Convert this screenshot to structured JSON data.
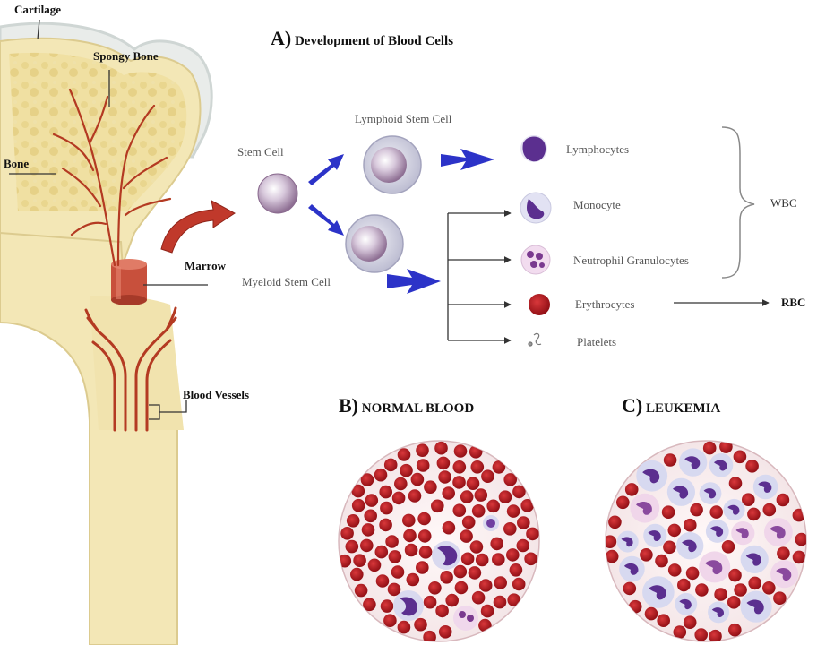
{
  "panel_a": {
    "letter": "A)",
    "title": "Development of Blood Cells"
  },
  "bone": {
    "cartilage": "Cartilage",
    "spongy_bone": "Spongy Bone",
    "bone": "Bone",
    "marrow": "Marrow",
    "blood_vessels": "Blood Vessels"
  },
  "cells": {
    "stem_cell": "Stem Cell",
    "lymphoid_stem_cell": "Lymphoid Stem Cell",
    "myeloid_stem_cell": "Myeloid Stem Cell",
    "lymphocytes": "Lymphocytes",
    "monocyte": "Monocyte",
    "neutrophil": "Neutrophil Granulocytes",
    "erythrocytes": "Erythrocytes",
    "platelets": "Platelets"
  },
  "groups": {
    "wbc": "WBC",
    "rbc": "RBC"
  },
  "panel_b": {
    "letter": "B)",
    "title": "NORMAL BLOOD"
  },
  "panel_c": {
    "letter": "C)",
    "title": "LEUKEMIA"
  },
  "colors": {
    "bone": "#f3e7b6",
    "bone_edge": "#dccb8f",
    "vessel": "#b43a22",
    "marrow": "#c8503c",
    "arrow_blue": "#2c33c8",
    "arrow_red": "#c0392b",
    "rbc": "#b3151c",
    "wbc_nucleus": "#6f3fa0",
    "wbc_cytoplasm": "#dcdcf0"
  }
}
